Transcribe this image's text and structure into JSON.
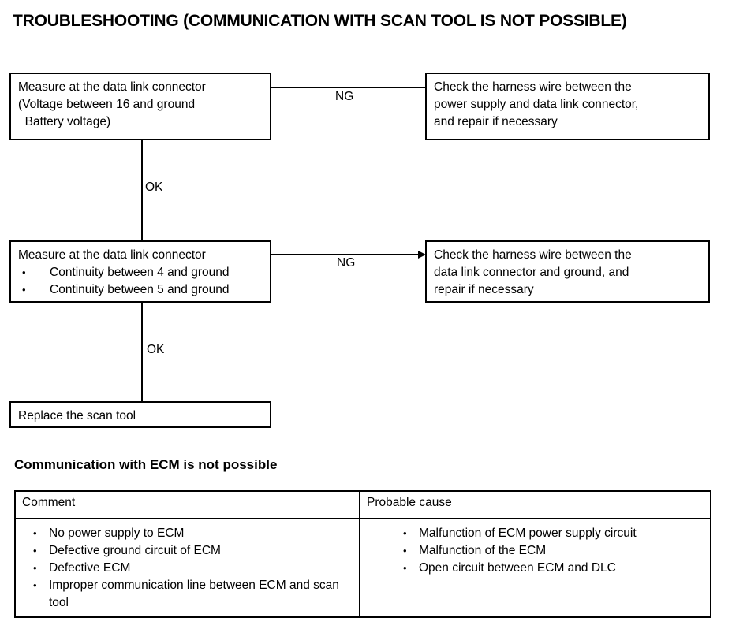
{
  "document": {
    "title": "TROUBLESHOOTING (COMMUNICATION WITH SCAN TOOL IS NOT POSSIBLE)",
    "section_heading": "Communication with ECM is not possible"
  },
  "flowchart": {
    "boxes": {
      "measure_1": {
        "line1": "Measure at the data link connector",
        "line2": "(Voltage between 16 and ground",
        "line3": "  Battery voltage)"
      },
      "check_1": {
        "line1": "Check the harness wire between the",
        "line2": "power supply and data link connector,",
        "line3": "and repair if necessary"
      },
      "measure_2": {
        "title": "Measure at the data link connector",
        "bullets": [
          "Continuity between 4 and ground",
          "Continuity between 5 and ground"
        ]
      },
      "check_2": {
        "line1": "Check the harness wire between the",
        "line2": "data link connector and ground, and",
        "line3": "repair if necessary"
      },
      "replace": {
        "line1": "Replace the scan tool"
      }
    },
    "labels": {
      "ng_1": "NG",
      "ng_2": "NG",
      "ok_1": "OK",
      "ok_2": "OK"
    },
    "bullet_glyph": "•"
  },
  "table": {
    "headers": {
      "comment": "Comment",
      "probable_cause": "Probable cause"
    },
    "comment_items": [
      "No power supply to ECM",
      "Defective ground circuit of ECM",
      "Defective ECM",
      "Improper communication line between ECM and scan tool"
    ],
    "probable_cause_items": [
      "Malfunction of ECM power supply circuit",
      "Malfunction of the ECM",
      "Open circuit between ECM and DLC"
    ],
    "bullet_glyph": "•"
  },
  "colors": {
    "ink": "#000000",
    "paper": "#ffffff"
  }
}
